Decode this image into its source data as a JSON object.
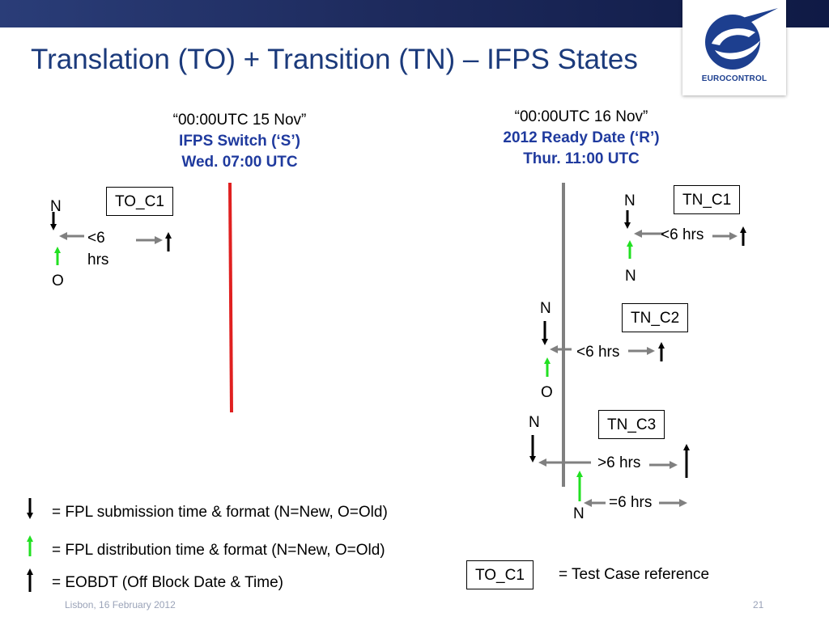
{
  "title": "Translation (TO) + Transition (TN) – IFPS States",
  "logo": {
    "text": "EUROCONTROL",
    "icon": "eurocontrol-logo-icon"
  },
  "left_header": {
    "line1": "“00:00UTC 15 Nov”",
    "line2": "IFPS Switch (‘S’)",
    "line3": "Wed. 07:00 UTC"
  },
  "right_header": {
    "line1": "“00:00UTC 16 Nov”",
    "line2": "2012 Ready Date (‘R’)",
    "line3": "Thur. 11:00 UTC"
  },
  "to_c1": {
    "ref": "TO_C1",
    "top_label": "N",
    "bottom_label": "O",
    "gap_label_line1": "<6",
    "gap_label_line2": "hrs"
  },
  "tn_c1": {
    "ref": "TN_C1",
    "top_label": "N",
    "bottom_label": "N",
    "gap_label": "<6 hrs"
  },
  "tn_c2": {
    "ref": "TN_C2",
    "top_label": "N",
    "bottom_label": "O",
    "gap_label": "<6 hrs"
  },
  "tn_c3": {
    "ref": "TN_C3",
    "top_label": "N",
    "bottom_label": "N",
    "gap_label_upper": ">6 hrs",
    "gap_label_lower": "=6 hrs"
  },
  "legend": {
    "submission": "= FPL submission time & format (N=New, O=Old)",
    "distribution": "= FPL distribution time & format (N=New, O=Old)",
    "eobdt": "= EOBDT (Off Block Date & Time)",
    "ref_box": "TO_C1",
    "ref_text": "= Test Case reference"
  },
  "footer": {
    "left": "Lisbon, 16 February 2012",
    "page": "21"
  },
  "colors": {
    "switch_line": "#e02020",
    "ready_line": "#808080",
    "distribution_arrow": "#22e022",
    "title": "#1b3a7b"
  }
}
